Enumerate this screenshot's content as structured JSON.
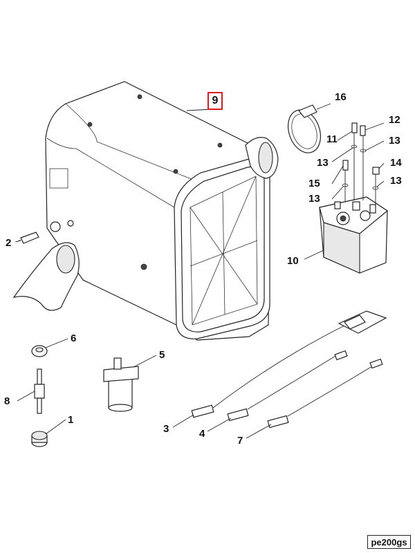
{
  "diagram": {
    "highlighted_callout": "9",
    "reference_code": "pe200gs",
    "callouts": {
      "c1": "1",
      "c2": "2",
      "c3": "3",
      "c4": "4",
      "c5": "5",
      "c6": "6",
      "c7": "7",
      "c8": "8",
      "c9": "9",
      "c10": "10",
      "c11": "11",
      "c12": "12",
      "c13a": "13",
      "c13b": "13",
      "c13c": "13",
      "c13d": "13",
      "c14": "14",
      "c15": "15",
      "c16": "16"
    },
    "colors": {
      "highlight": "#e01b1b",
      "line": "#222222"
    }
  }
}
